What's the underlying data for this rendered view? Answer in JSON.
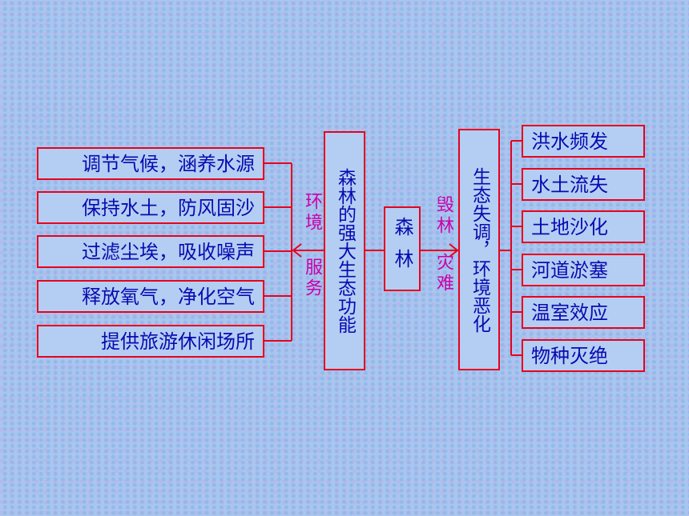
{
  "left_items": [
    "调节气候，涵养水源",
    "保持水土，防风固沙",
    "过滤尘埃，吸收噪声",
    "释放氧气，净化空气",
    "提供旅游休闲场所"
  ],
  "left_label_top": "环境",
  "left_label_bottom": "服务",
  "function_box": "森林的强大生态功能",
  "forest_box": "森林",
  "right_label_top": "毁林",
  "right_label_bottom": "灾难",
  "imbalance_box": "生态失调，环境恶化",
  "right_items": [
    "洪水频发",
    "水土流失",
    "土地沙化",
    "河道淤塞",
    "温室效应",
    "物种灭绝"
  ],
  "colors": {
    "border": "#e8001c",
    "text": "#0a0ab0",
    "label": "#cc00aa"
  }
}
